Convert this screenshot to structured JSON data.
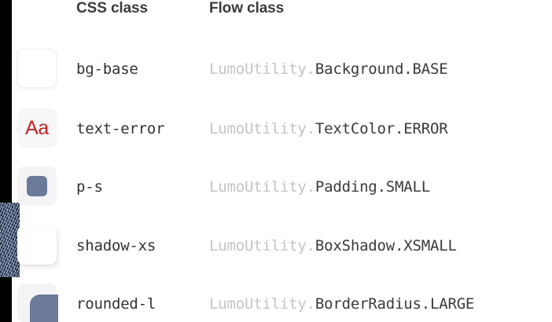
{
  "table": {
    "columns": [
      {
        "key": "preview",
        "label": ""
      },
      {
        "key": "css_class",
        "label": "CSS class"
      },
      {
        "key": "flow_class",
        "label": "Flow class"
      }
    ],
    "header": {
      "css_class": "CSS class",
      "flow_class": "Flow class"
    },
    "rows": [
      {
        "preview": "white-rounded-square-swatch",
        "css_class": "bg-base",
        "flow_prefix": "LumoUtility.",
        "flow_suffix": "Background.BASE",
        "flow_class": "LumoUtility.Background.BASE"
      },
      {
        "preview": "red-aa-text-swatch",
        "preview_text": "Aa",
        "css_class": "text-error",
        "flow_prefix": "LumoUtility.",
        "flow_suffix": "TextColor.ERROR",
        "flow_class": "LumoUtility.TextColor.ERROR"
      },
      {
        "preview": "padding-inset-square-swatch",
        "css_class": "p-s",
        "flow_prefix": "LumoUtility.",
        "flow_suffix": "Padding.SMALL",
        "flow_class": "LumoUtility.Padding.SMALL"
      },
      {
        "preview": "shadow-card-swatch",
        "css_class": "shadow-xs",
        "flow_prefix": "LumoUtility.",
        "flow_suffix": "BoxShadow.XSMALL",
        "flow_class": "LumoUtility.BoxShadow.XSMALL"
      },
      {
        "preview": "rounded-corner-block-swatch",
        "css_class": "rounded-l",
        "flow_prefix": "LumoUtility.",
        "flow_suffix": "BorderRadius.LARGE",
        "flow_class": "LumoUtility.BorderRadius.LARGE"
      }
    ]
  },
  "colors": {
    "header_text": "#3b3b3b",
    "css_class_text": "#333333",
    "flow_prefix_text": "#c4c4c4",
    "flow_suffix_text": "#3a3a3a",
    "error_red": "#c32222",
    "swatch_blue": "#6b7a99",
    "swatch_panel": "#f4f4f6",
    "page_background": "#ffffff",
    "gutter": "#000000"
  }
}
